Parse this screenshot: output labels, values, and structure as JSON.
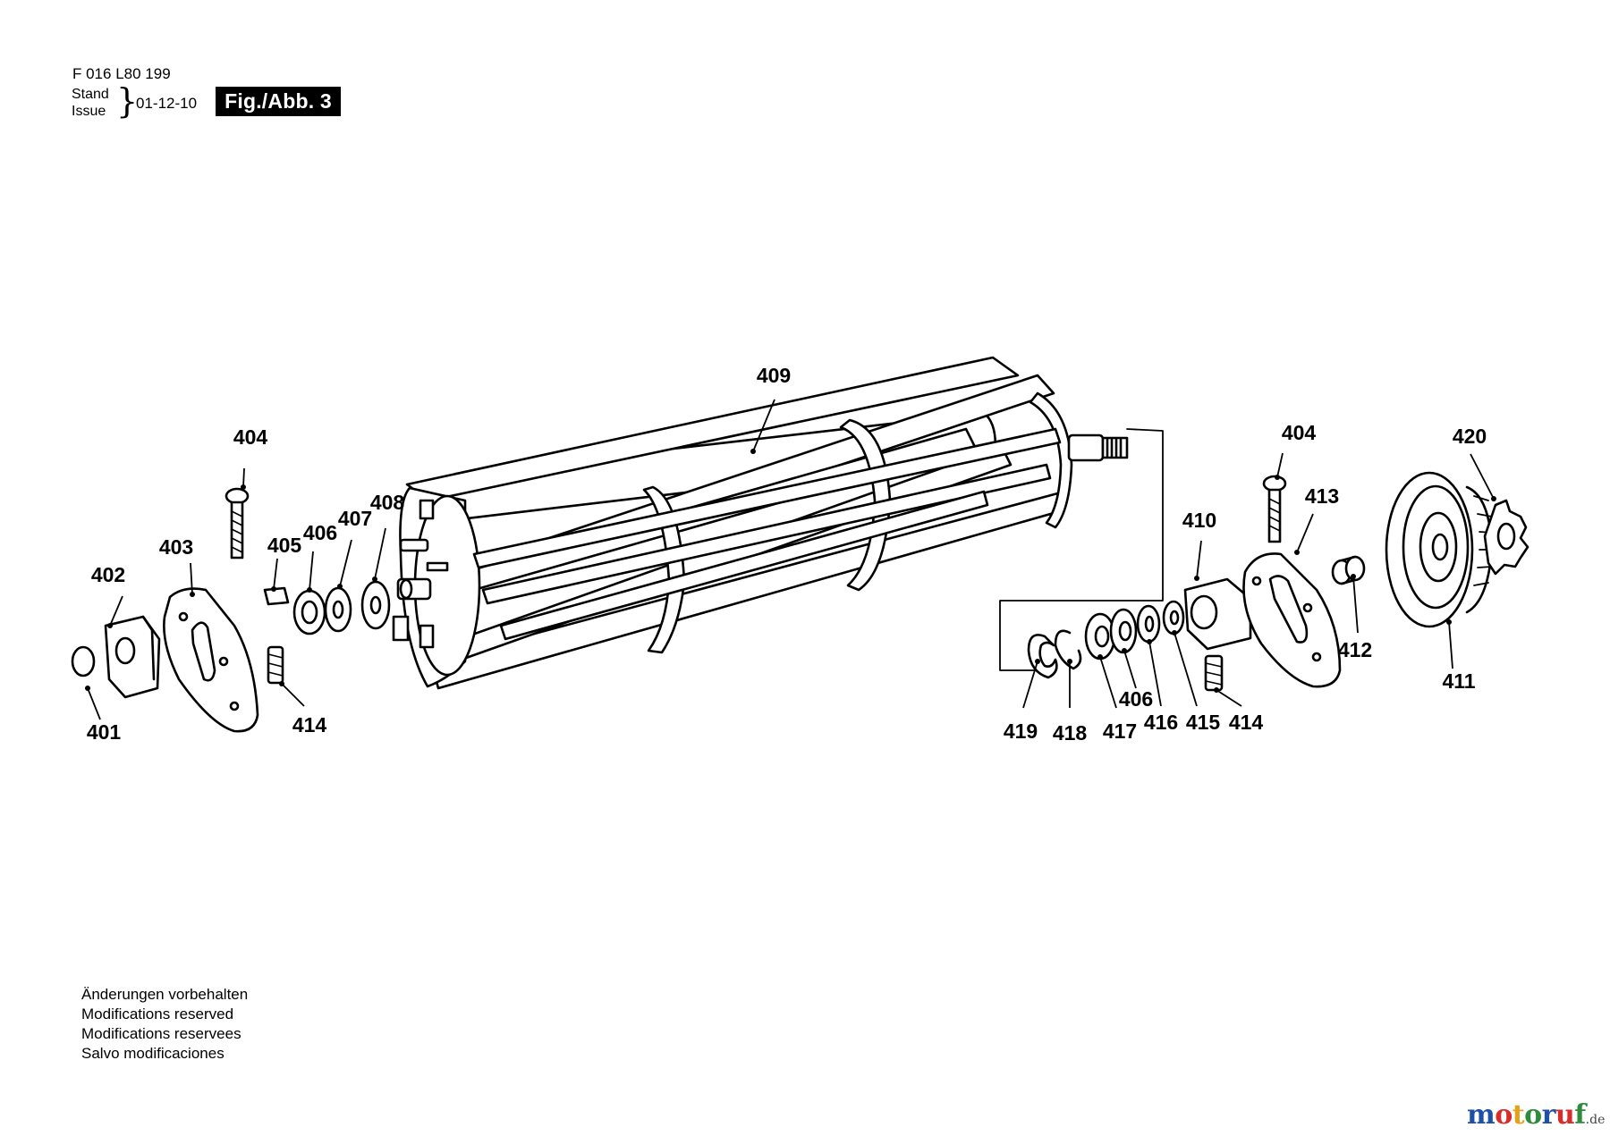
{
  "header": {
    "doc_number": "F 016 L80 199",
    "stand_label": "Stand",
    "issue_label": "Issue",
    "date": "01-12-10",
    "figure_label": "Fig./Abb. 3"
  },
  "part_labels": [
    {
      "id": "409",
      "text": "409"
    },
    {
      "id": "404a",
      "text": "404"
    },
    {
      "id": "403",
      "text": "403"
    },
    {
      "id": "402",
      "text": "402"
    },
    {
      "id": "401",
      "text": "401"
    },
    {
      "id": "405",
      "text": "405"
    },
    {
      "id": "406a",
      "text": "406"
    },
    {
      "id": "407",
      "text": "407"
    },
    {
      "id": "408",
      "text": "408"
    },
    {
      "id": "414a",
      "text": "414"
    },
    {
      "id": "410",
      "text": "410"
    },
    {
      "id": "404b",
      "text": "404"
    },
    {
      "id": "413",
      "text": "413"
    },
    {
      "id": "420",
      "text": "420"
    },
    {
      "id": "412",
      "text": "412"
    },
    {
      "id": "411",
      "text": "411"
    },
    {
      "id": "419",
      "text": "419"
    },
    {
      "id": "418",
      "text": "418"
    },
    {
      "id": "417",
      "text": "417"
    },
    {
      "id": "406b",
      "text": "406"
    },
    {
      "id": "416",
      "text": "416"
    },
    {
      "id": "415",
      "text": "415"
    },
    {
      "id": "414b",
      "text": "414"
    }
  ],
  "footer_notes": [
    "Änderungen vorbehalten",
    "Modifications reserved",
    "Modifications reservees",
    "Salvo modificaciones"
  ],
  "logo": {
    "main": "motoruf",
    "suffix": ".de"
  },
  "logo_colors": [
    "#1f4fa8",
    "#d92b2b",
    "#e3a21a",
    "#2e8b3e",
    "#1f4fa8",
    "#d92b2b",
    "#2e8b3e"
  ]
}
